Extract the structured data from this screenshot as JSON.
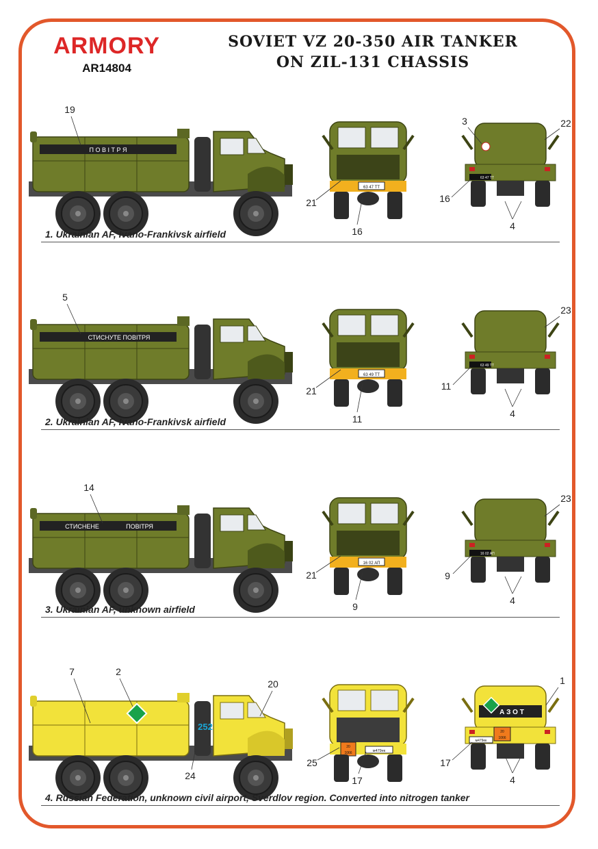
{
  "brand": {
    "name": "ARMORY",
    "code": "AR14804",
    "color": "#dd2727"
  },
  "title": {
    "line1": "SOVIET VZ 20-350 AIR TANKER",
    "line2": "ON ZIL-131 CHASSIS"
  },
  "colors": {
    "frame": "#e2582b",
    "olive": "#6f7c2a",
    "olive_dark": "#4e5a1c",
    "yellow": "#f2e23a",
    "stripe": "#f2b01e",
    "chassis": "#4a4a4a"
  },
  "variants": [
    {
      "caption": "1. Ukrainian AF, Ivano-Frankivsk airfield",
      "body": "olive",
      "tank_text": "П О В І Т Р Я",
      "front_plate": "63 47 ТТ",
      "rear_plate": "63 47 ТТ",
      "callouts": {
        "side_top": "19",
        "front_left": "21",
        "front_bottom": "16",
        "rear_top_left": "3",
        "rear_top_right": "22",
        "rear_left": "16",
        "rear_bottom": "4"
      }
    },
    {
      "caption": "2. Ukrainian AF, Ivano-Frankivsk airfield",
      "body": "olive",
      "tank_text": "СТИСНУТЕ ПОВІТРЯ",
      "front_plate": "63 49 ТТ",
      "rear_plate": "63 49 ТТ",
      "callouts": {
        "side_top": "5",
        "front_left": "21",
        "front_bottom": "11",
        "rear_top_right": "23",
        "rear_left": "11",
        "rear_bottom": "4"
      }
    },
    {
      "caption": "3. Ukrainian AF, unknown airfield",
      "body": "olive",
      "tank_text_left": "СТИСНЕНЕ",
      "tank_text_right": "ПОВІТРЯ",
      "front_plate": "16 02 АП",
      "rear_plate": "16 02 АП",
      "callouts": {
        "side_top": "14",
        "front_left": "21",
        "front_bottom": "9",
        "rear_top_right": "23",
        "rear_left": "9",
        "rear_bottom": "4"
      }
    },
    {
      "caption": "4. Russian Federation, unknown civil airport, Sverdlov region. Converted into nitrogen tanker",
      "body": "yellow",
      "cab_number": "252",
      "rear_tank_text": "А З О Т",
      "hazard_top": "20",
      "hazard_bottom": "1066",
      "front_plate": "м479ек",
      "rear_plate": "м479ек",
      "callouts": {
        "side_top_left": "7",
        "side_top_mid": "2",
        "side_top_right": "20",
        "side_bottom": "24",
        "front_left": "25",
        "front_bottom": "17",
        "rear_top_right": "1",
        "rear_left": "17",
        "rear_bottom": "4"
      }
    }
  ]
}
